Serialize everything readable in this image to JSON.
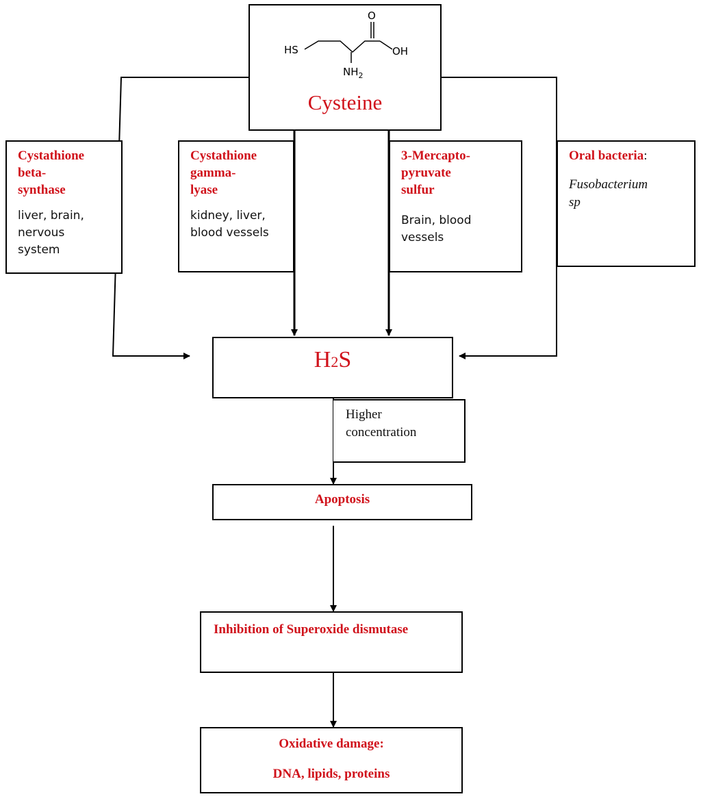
{
  "top": {
    "molecule": {
      "thiol_label": "HS",
      "carbonyl_label": "O",
      "hydroxyl_label": "OH",
      "amine_label": "NH",
      "amine_subscript": "2"
    },
    "title": "Cysteine"
  },
  "enzymes": [
    {
      "name_lines": [
        "Cystathione",
        "beta-",
        "synthase"
      ],
      "tissue_lines": [
        "liver, brain,",
        "nervous",
        "system"
      ]
    },
    {
      "name_lines": [
        "Cystathione",
        "gamma-",
        "lyase"
      ],
      "tissue_lines": [
        "kidney, liver,",
        "blood vessels"
      ]
    },
    {
      "name_lines": [
        "3-Mercapto-",
        "pyruvate",
        "sulfur"
      ],
      "tissue_lines": [
        "Brain, blood",
        "vessels"
      ]
    },
    {
      "name": "Oral bacteria",
      "name_suffix": ":",
      "species_lines": [
        "Fusobacterium",
        "sp"
      ]
    }
  ],
  "h2s": {
    "h": "H",
    "sub": "2",
    "s": "S"
  },
  "higher_concentration_lines": [
    "Higher",
    "concentration"
  ],
  "apoptosis": "Apoptosis",
  "inhibition": "Inhibition of Superoxide dismutase",
  "oxidative": {
    "line1": "Oxidative damage:",
    "line2": "DNA, lipids, proteins"
  },
  "colors": {
    "accent_red": "#d0121b",
    "line": "#000000"
  }
}
